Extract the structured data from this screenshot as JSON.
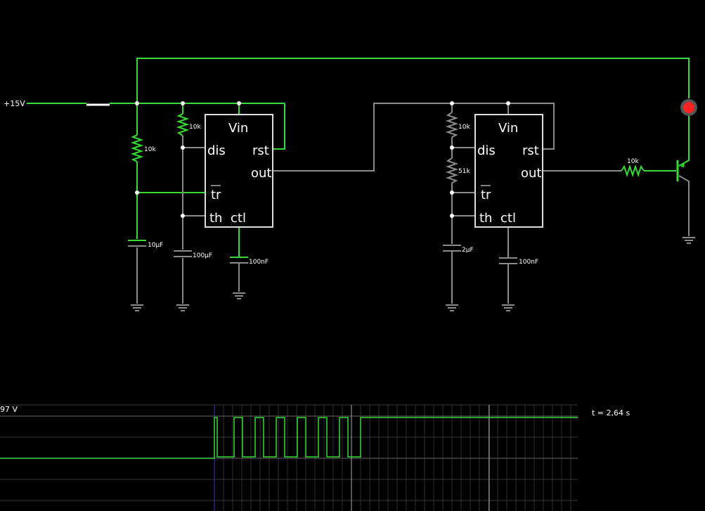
{
  "supply_label": "+15V",
  "chips": [
    {
      "vin": "Vin",
      "dis": "dis",
      "rst": "rst",
      "out": "out",
      "tr": "tr",
      "th": "th",
      "ctl": "ctl"
    },
    {
      "vin": "Vin",
      "dis": "dis",
      "rst": "rst",
      "out": "out",
      "tr": "tr",
      "th": "th",
      "ctl": "ctl"
    }
  ],
  "components": {
    "r1": "10k",
    "r2": "10k",
    "r3": "10k",
    "r4": "51k",
    "r5": "10k",
    "c1": "10µF",
    "c2": "100µF",
    "c3": "100nF",
    "c4": "2µF",
    "c5": "100nF"
  },
  "scope": {
    "voltage_label": "97 V",
    "time_label": "t = 2,64 s"
  },
  "colors": {
    "background": "#000000",
    "wire_high": "#33dd33",
    "wire_low": "#8a8a8a",
    "chip_border": "#dddddd",
    "led": "#ff2222",
    "scope_grid": "#555555",
    "scope_trace": "#33dd33"
  }
}
